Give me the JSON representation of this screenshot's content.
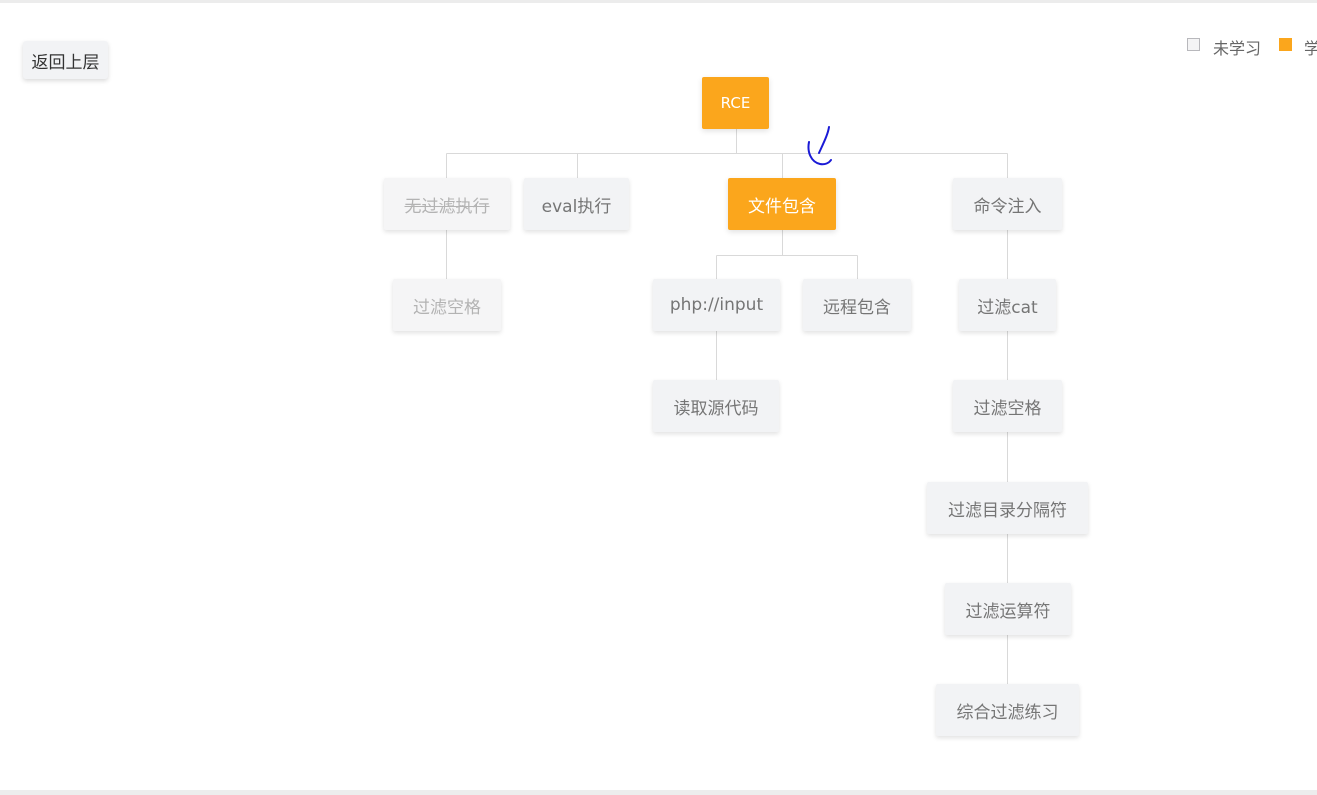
{
  "toolbar": {
    "back_label": "返回上层"
  },
  "legend": {
    "items": [
      {
        "label": "未学习",
        "color": "#f4f4f5"
      },
      {
        "label": "学",
        "color": "#fba61c"
      }
    ]
  },
  "tree": {
    "root": {
      "label": "RCE",
      "state": "active"
    },
    "nodes": {
      "no_filter": {
        "label": "无过滤执行",
        "state": "done"
      },
      "no_filter_space": {
        "label": "过滤空格",
        "state": "done"
      },
      "eval": {
        "label": "eval执行",
        "state": "default"
      },
      "file_include": {
        "label": "文件包含",
        "state": "active"
      },
      "php_input": {
        "label": "php://input",
        "state": "default"
      },
      "read_source": {
        "label": "读取源代码",
        "state": "default"
      },
      "remote_include": {
        "label": "远程包含",
        "state": "default"
      },
      "cmd_inject": {
        "label": "命令注入",
        "state": "default"
      },
      "filter_cat": {
        "label": "过滤cat",
        "state": "default"
      },
      "filter_space": {
        "label": "过滤空格",
        "state": "default"
      },
      "filter_dir_sep": {
        "label": "过滤目录分隔符",
        "state": "default"
      },
      "filter_operator": {
        "label": "过滤运算符",
        "state": "default"
      },
      "combined_practice": {
        "label": "综合过滤练习",
        "state": "default"
      }
    }
  },
  "colors": {
    "accent": "#fba61c",
    "node_bg": "#f2f3f5",
    "node_text": "#757575",
    "connector": "#d9d9d9",
    "annotation": "#1a1ad6"
  }
}
